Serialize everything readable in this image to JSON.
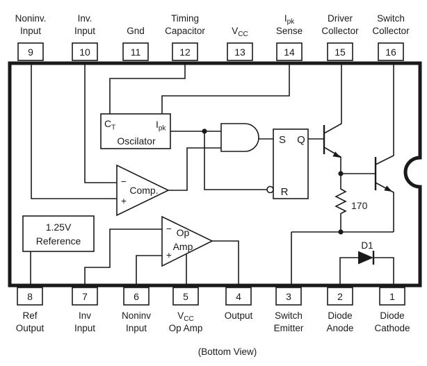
{
  "caption": "(Bottom View)",
  "labels": {
    "resistor": "170",
    "diode": "D1"
  },
  "blocks": {
    "oscillator": {
      "name": "Oscilator",
      "ct_main": "C",
      "ct_sub": "T",
      "ipk_main": "I",
      "ipk_sub": "pk"
    },
    "comparator": {
      "name": "Comp.",
      "minus": "−",
      "plus": "+"
    },
    "op_amp": {
      "line1": "Op",
      "line2": "Amp",
      "minus": "−",
      "plus": "+"
    },
    "reference": {
      "line1": "1.25V",
      "line2": "Reference"
    },
    "latch": {
      "s": "S",
      "q": "Q",
      "r": "R"
    }
  },
  "pins_top": [
    {
      "number": "9",
      "line1": "Noninv.",
      "line2": "Input"
    },
    {
      "number": "10",
      "line1": "Inv.",
      "line2": "Input"
    },
    {
      "number": "11",
      "line1": "",
      "line2": "Gnd"
    },
    {
      "number": "12",
      "line1": "Timing",
      "line2": "Capacitor"
    },
    {
      "number": "13",
      "line1": "",
      "line2_main": "V",
      "line2_sub": "CC"
    },
    {
      "number": "14",
      "line1_main": "I",
      "line1_sub": "pk",
      "line2": "Sense"
    },
    {
      "number": "15",
      "line1": "Driver",
      "line2": "Collector"
    },
    {
      "number": "16",
      "line1": "Switch",
      "line2": "Collector"
    }
  ],
  "pins_bottom": [
    {
      "number": "8",
      "line1": "Ref",
      "line2": "Output"
    },
    {
      "number": "7",
      "line1": "Inv",
      "line2": "Input"
    },
    {
      "number": "6",
      "line1": "Noninv",
      "line2": "Input"
    },
    {
      "number": "5",
      "line1_main": "V",
      "line1_sub": "CC",
      "line2": "Op Amp"
    },
    {
      "number": "4",
      "line1": "Output",
      "line2": ""
    },
    {
      "number": "3",
      "line1": "Switch",
      "line2": "Emitter"
    },
    {
      "number": "2",
      "line1": "Diode",
      "line2": "Anode"
    },
    {
      "number": "1",
      "line1": "Diode",
      "line2": "Cathode"
    }
  ]
}
